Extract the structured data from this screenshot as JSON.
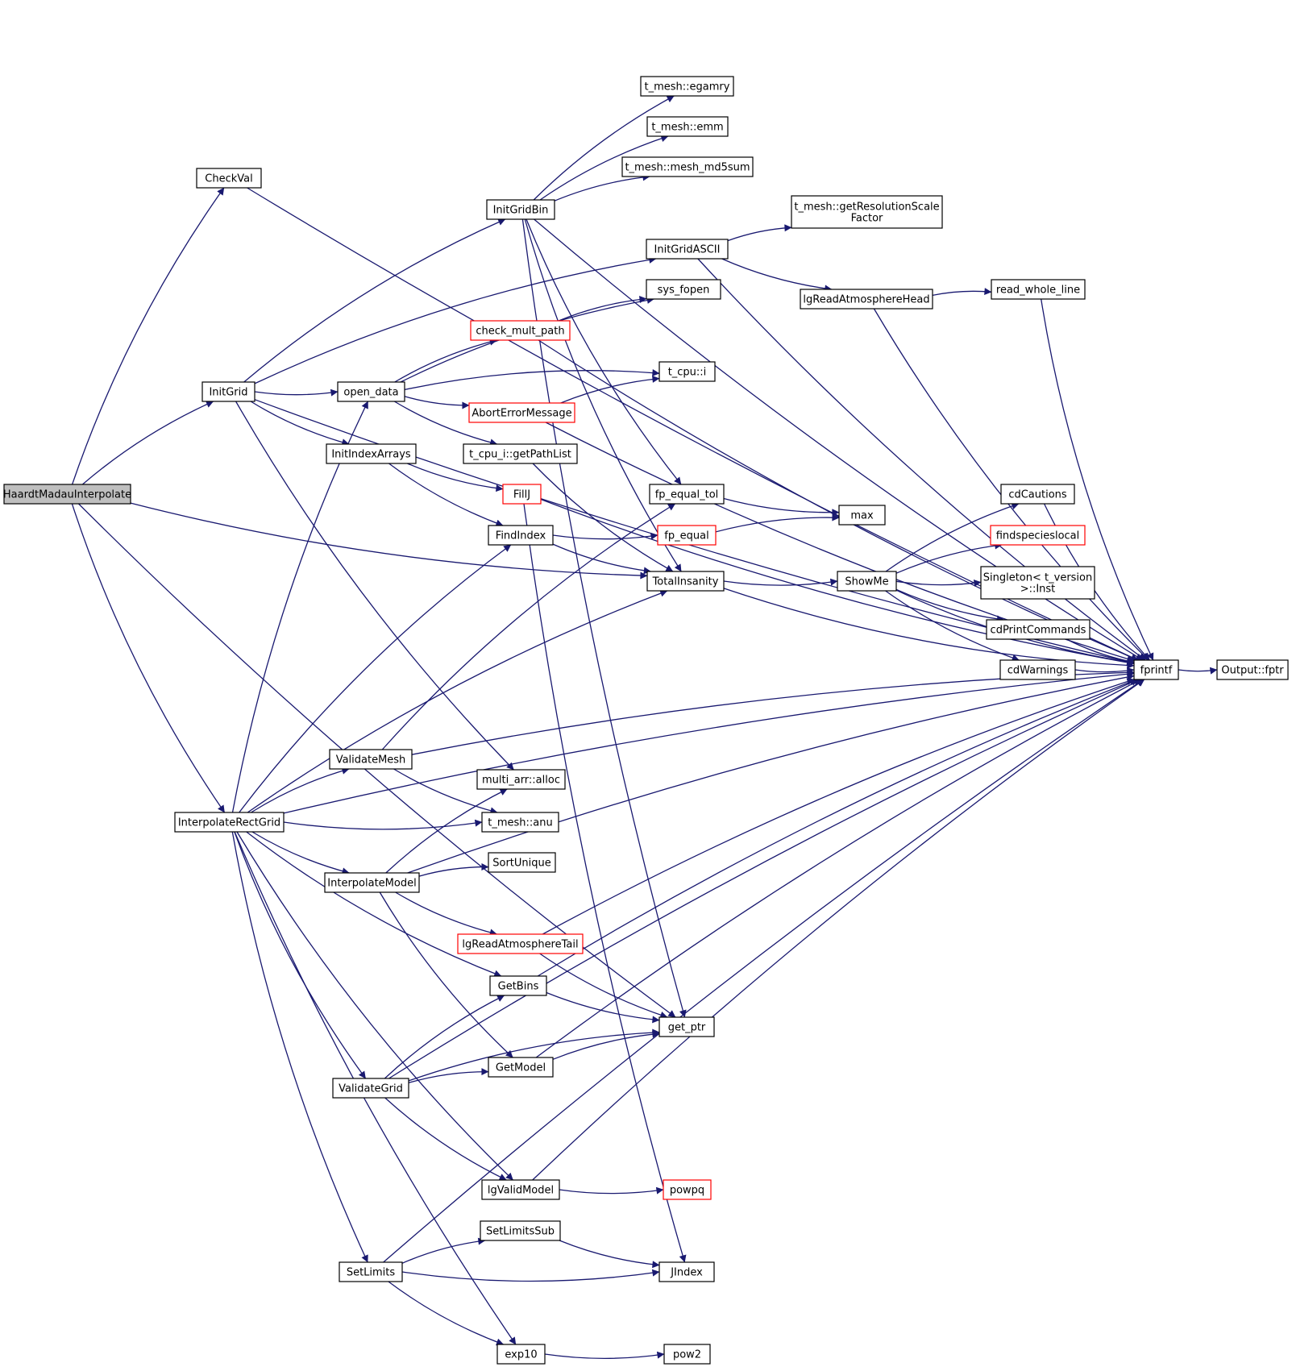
{
  "graph": {
    "nodes": [
      {
        "id": "HaardtMadauInterpolate",
        "lines": [
          "HaardtMadauInterpolate"
        ],
        "style": "root"
      },
      {
        "id": "CheckVal",
        "lines": [
          "CheckVal"
        ]
      },
      {
        "id": "InitGrid",
        "lines": [
          "InitGrid"
        ]
      },
      {
        "id": "InterpolateRectGrid",
        "lines": [
          "InterpolateRectGrid"
        ]
      },
      {
        "id": "InitGridBin",
        "lines": [
          "InitGridBin"
        ]
      },
      {
        "id": "InitGridASCII",
        "lines": [
          "InitGridASCII"
        ]
      },
      {
        "id": "open_data",
        "lines": [
          "open_data"
        ]
      },
      {
        "id": "InitIndexArrays",
        "lines": [
          "InitIndexArrays"
        ]
      },
      {
        "id": "t_mesh::egamry",
        "lines": [
          "t_mesh::egamry"
        ]
      },
      {
        "id": "t_mesh::emm",
        "lines": [
          "t_mesh::emm"
        ]
      },
      {
        "id": "t_mesh::mesh_md5sum",
        "lines": [
          "t_mesh::mesh_md5sum"
        ]
      },
      {
        "id": "t_mesh::getResolutionScaleFactor",
        "lines": [
          "t_mesh::getResolutionScale",
          "Factor"
        ]
      },
      {
        "id": "sys_fopen",
        "lines": [
          "sys_fopen"
        ]
      },
      {
        "id": "check_mult_path",
        "lines": [
          "check_mult_path"
        ],
        "style": "red"
      },
      {
        "id": "t_cpu::i",
        "lines": [
          "t_cpu::i"
        ]
      },
      {
        "id": "AbortErrorMessage",
        "lines": [
          "AbortErrorMessage"
        ],
        "style": "red"
      },
      {
        "id": "t_cpu_i::getPathList",
        "lines": [
          "t_cpu_i::getPathList"
        ]
      },
      {
        "id": "FillJ",
        "lines": [
          "FillJ"
        ],
        "style": "red"
      },
      {
        "id": "FindIndex",
        "lines": [
          "FindIndex"
        ]
      },
      {
        "id": "fp_equal_tol",
        "lines": [
          "fp_equal_tol"
        ]
      },
      {
        "id": "fp_equal",
        "lines": [
          "fp_equal"
        ],
        "style": "red"
      },
      {
        "id": "max",
        "lines": [
          "max"
        ]
      },
      {
        "id": "TotalInsanity",
        "lines": [
          "TotalInsanity"
        ]
      },
      {
        "id": "ShowMe",
        "lines": [
          "ShowMe"
        ]
      },
      {
        "id": "lgReadAtmosphereHead",
        "lines": [
          "lgReadAtmosphereHead"
        ]
      },
      {
        "id": "read_whole_line",
        "lines": [
          "read_whole_line"
        ]
      },
      {
        "id": "cdCautions",
        "lines": [
          "cdCautions"
        ]
      },
      {
        "id": "findspecieslocal",
        "lines": [
          "findspecieslocal"
        ],
        "style": "red"
      },
      {
        "id": "Singleton< t_version >::Inst",
        "lines": [
          "Singleton< t_version",
          ">::Inst"
        ]
      },
      {
        "id": "cdPrintCommands",
        "lines": [
          "cdPrintCommands"
        ]
      },
      {
        "id": "cdWarnings",
        "lines": [
          "cdWarnings"
        ]
      },
      {
        "id": "fprintf",
        "lines": [
          "fprintf"
        ]
      },
      {
        "id": "Output::fptr",
        "lines": [
          "Output::fptr"
        ]
      },
      {
        "id": "ValidateMesh",
        "lines": [
          "ValidateMesh"
        ]
      },
      {
        "id": "multi_arr::alloc",
        "lines": [
          "multi_arr::alloc"
        ]
      },
      {
        "id": "t_mesh::anu",
        "lines": [
          "t_mesh::anu"
        ]
      },
      {
        "id": "InterpolateModel",
        "lines": [
          "InterpolateModel"
        ]
      },
      {
        "id": "SortUnique",
        "lines": [
          "SortUnique"
        ]
      },
      {
        "id": "lgReadAtmosphereTail",
        "lines": [
          "lgReadAtmosphereTail"
        ],
        "style": "red"
      },
      {
        "id": "GetBins",
        "lines": [
          "GetBins"
        ]
      },
      {
        "id": "get_ptr",
        "lines": [
          "get_ptr"
        ]
      },
      {
        "id": "GetModel",
        "lines": [
          "GetModel"
        ]
      },
      {
        "id": "ValidateGrid",
        "lines": [
          "ValidateGrid"
        ]
      },
      {
        "id": "lgValidModel",
        "lines": [
          "lgValidModel"
        ]
      },
      {
        "id": "powpq",
        "lines": [
          "powpq"
        ],
        "style": "red"
      },
      {
        "id": "SetLimitsSub",
        "lines": [
          "SetLimitsSub"
        ]
      },
      {
        "id": "SetLimits",
        "lines": [
          "SetLimits"
        ]
      },
      {
        "id": "JIndex",
        "lines": [
          "JIndex"
        ]
      },
      {
        "id": "exp10",
        "lines": [
          "exp10"
        ]
      },
      {
        "id": "pow2",
        "lines": [
          "pow2"
        ]
      }
    ],
    "edges": [
      [
        "HaardtMadauInterpolate",
        "CheckVal"
      ],
      [
        "HaardtMadauInterpolate",
        "InitGrid"
      ],
      [
        "HaardtMadauInterpolate",
        "InterpolateRectGrid"
      ],
      [
        "HaardtMadauInterpolate",
        "TotalInsanity"
      ],
      [
        "HaardtMadauInterpolate",
        "get_ptr"
      ],
      [
        "CheckVal",
        "fprintf"
      ],
      [
        "InitGrid",
        "InitGridBin"
      ],
      [
        "InitGrid",
        "InitGridASCII"
      ],
      [
        "InitGrid",
        "open_data"
      ],
      [
        "InitGrid",
        "InitIndexArrays"
      ],
      [
        "InitGrid",
        "multi_arr::alloc"
      ],
      [
        "InitGrid",
        "fprintf"
      ],
      [
        "InitGridBin",
        "t_mesh::egamry"
      ],
      [
        "InitGridBin",
        "t_mesh::emm"
      ],
      [
        "InitGridBin",
        "t_mesh::mesh_md5sum"
      ],
      [
        "InitGridBin",
        "fp_equal_tol"
      ],
      [
        "InitGridBin",
        "TotalInsanity"
      ],
      [
        "InitGridBin",
        "get_ptr"
      ],
      [
        "InitGridBin",
        "fprintf"
      ],
      [
        "InitGridASCII",
        "t_mesh::getResolutionScaleFactor"
      ],
      [
        "InitGridASCII",
        "lgReadAtmosphereHead"
      ],
      [
        "InitGridASCII",
        "fprintf"
      ],
      [
        "open_data",
        "sys_fopen"
      ],
      [
        "open_data",
        "check_mult_path"
      ],
      [
        "open_data",
        "t_cpu::i"
      ],
      [
        "open_data",
        "AbortErrorMessage"
      ],
      [
        "open_data",
        "t_cpu_i::getPathList"
      ],
      [
        "check_mult_path",
        "sys_fopen"
      ],
      [
        "check_mult_path",
        "fprintf"
      ],
      [
        "AbortErrorMessage",
        "t_cpu::i"
      ],
      [
        "AbortErrorMessage",
        "fprintf"
      ],
      [
        "t_cpu_i::getPathList",
        "TotalInsanity"
      ],
      [
        "InitIndexArrays",
        "FillJ"
      ],
      [
        "InitIndexArrays",
        "FindIndex"
      ],
      [
        "FillJ",
        "fprintf"
      ],
      [
        "FillJ",
        "JIndex"
      ],
      [
        "FindIndex",
        "fp_equal"
      ],
      [
        "FindIndex",
        "TotalInsanity"
      ],
      [
        "fp_equal_tol",
        "max"
      ],
      [
        "fp_equal",
        "max"
      ],
      [
        "TotalInsanity",
        "ShowMe"
      ],
      [
        "TotalInsanity",
        "fprintf"
      ],
      [
        "ShowMe",
        "cdCautions"
      ],
      [
        "ShowMe",
        "findspecieslocal"
      ],
      [
        "ShowMe",
        "Singleton< t_version >::Inst"
      ],
      [
        "ShowMe",
        "cdPrintCommands"
      ],
      [
        "ShowMe",
        "cdWarnings"
      ],
      [
        "ShowMe",
        "fprintf"
      ],
      [
        "lgReadAtmosphereHead",
        "read_whole_line"
      ],
      [
        "lgReadAtmosphereHead",
        "fprintf"
      ],
      [
        "read_whole_line",
        "fprintf"
      ],
      [
        "cdCautions",
        "fprintf"
      ],
      [
        "cdPrintCommands",
        "fprintf"
      ],
      [
        "cdWarnings",
        "fprintf"
      ],
      [
        "fprintf",
        "Output::fptr"
      ],
      [
        "InterpolateRectGrid",
        "open_data"
      ],
      [
        "InterpolateRectGrid",
        "FindIndex"
      ],
      [
        "InterpolateRectGrid",
        "TotalInsanity"
      ],
      [
        "InterpolateRectGrid",
        "fprintf"
      ],
      [
        "InterpolateRectGrid",
        "ValidateMesh"
      ],
      [
        "InterpolateRectGrid",
        "t_mesh::anu"
      ],
      [
        "InterpolateRectGrid",
        "InterpolateModel"
      ],
      [
        "InterpolateRectGrid",
        "GetBins"
      ],
      [
        "InterpolateRectGrid",
        "ValidateGrid"
      ],
      [
        "InterpolateRectGrid",
        "lgValidModel"
      ],
      [
        "InterpolateRectGrid",
        "SetLimits"
      ],
      [
        "InterpolateRectGrid",
        "exp10"
      ],
      [
        "ValidateMesh",
        "fp_equal_tol"
      ],
      [
        "ValidateMesh",
        "t_mesh::anu"
      ],
      [
        "ValidateMesh",
        "fprintf"
      ],
      [
        "InterpolateModel",
        "multi_arr::alloc"
      ],
      [
        "InterpolateModel",
        "SortUnique"
      ],
      [
        "InterpolateModel",
        "lgReadAtmosphereTail"
      ],
      [
        "InterpolateModel",
        "GetModel"
      ],
      [
        "InterpolateModel",
        "fprintf"
      ],
      [
        "lgReadAtmosphereTail",
        "get_ptr"
      ],
      [
        "lgReadAtmosphereTail",
        "fprintf"
      ],
      [
        "GetBins",
        "get_ptr"
      ],
      [
        "GetBins",
        "fprintf"
      ],
      [
        "GetModel",
        "get_ptr"
      ],
      [
        "GetModel",
        "fprintf"
      ],
      [
        "ValidateGrid",
        "GetBins"
      ],
      [
        "ValidateGrid",
        "GetModel"
      ],
      [
        "ValidateGrid",
        "get_ptr"
      ],
      [
        "ValidateGrid",
        "lgValidModel"
      ],
      [
        "ValidateGrid",
        "fprintf"
      ],
      [
        "lgValidModel",
        "powpq"
      ],
      [
        "lgValidModel",
        "fprintf"
      ],
      [
        "SetLimits",
        "SetLimitsSub"
      ],
      [
        "SetLimits",
        "JIndex"
      ],
      [
        "SetLimits",
        "exp10"
      ],
      [
        "SetLimits",
        "fprintf"
      ],
      [
        "SetLimitsSub",
        "JIndex"
      ],
      [
        "exp10",
        "pow2"
      ]
    ]
  }
}
